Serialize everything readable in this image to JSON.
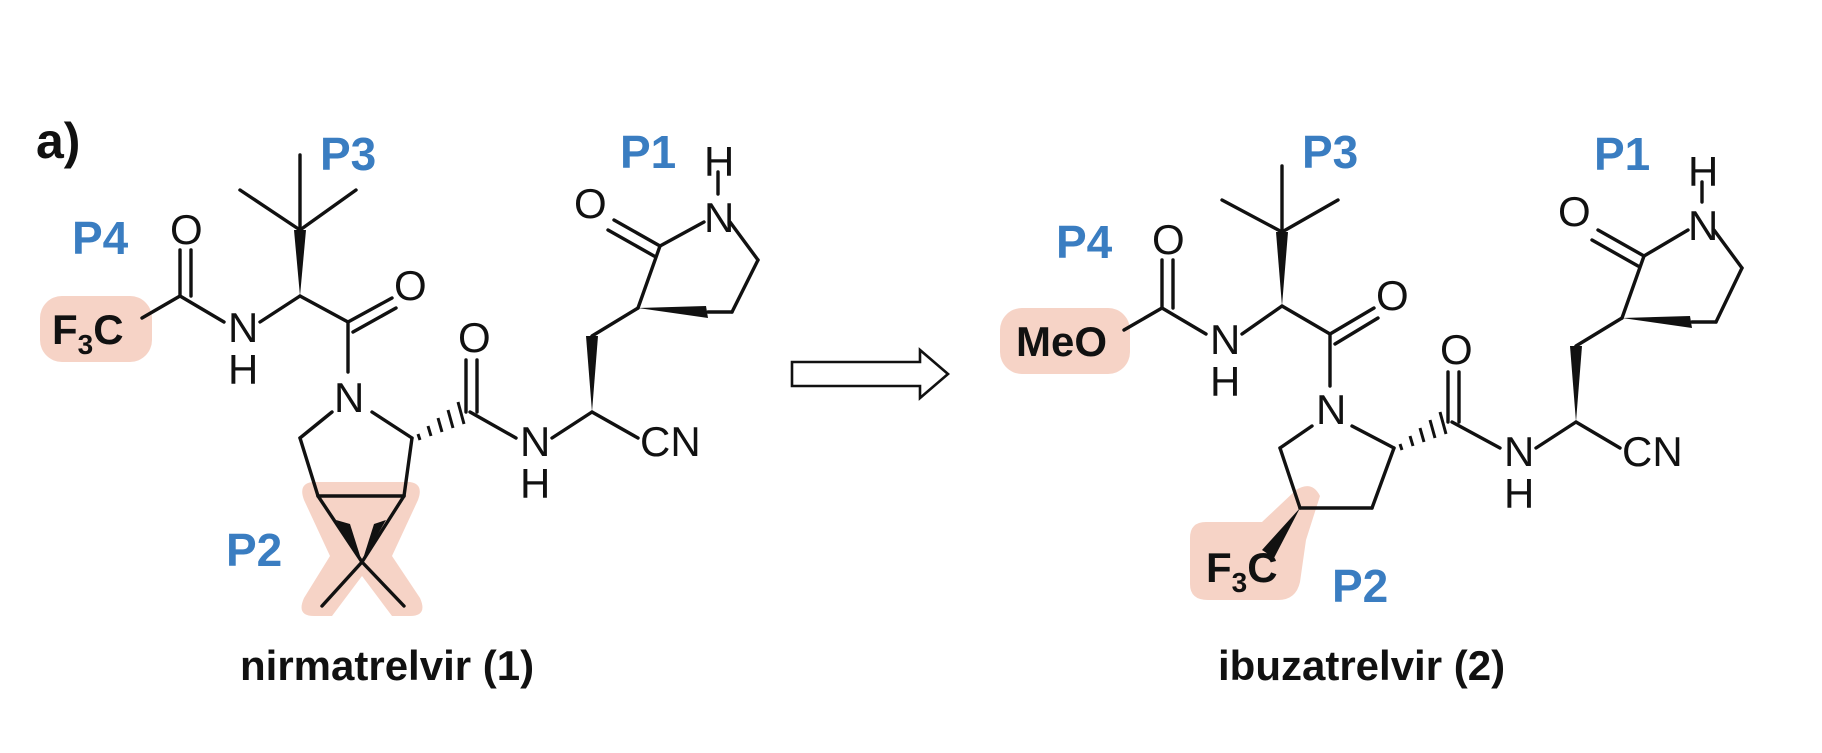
{
  "figure": {
    "panel_label": "a)",
    "highlight_color": "#f6d3c6",
    "pocket_label_color": "#3a7dc1",
    "bond_color": "#111111"
  },
  "compound_1": {
    "name": "nirmatrelvir (1)",
    "pockets": {
      "p1": "P1",
      "p2": "P2",
      "p3": "P3",
      "p4": "P4"
    },
    "atoms": {
      "o_amide_p4": "O",
      "o_carbonyl_p3": "O",
      "o_carbonyl_p2": "O",
      "o_lactam": "O",
      "n_amide_p4": "N",
      "h_amide_p4": "H",
      "n_pyrrolidine": "N",
      "n_amide_p1": "N",
      "h_amide_p1": "H",
      "n_lactam": "N",
      "h_lactam": "H",
      "nitrile": "CN"
    },
    "groups": {
      "cf3_main": "F",
      "cf3_sub": "3",
      "cf3_tail": "C"
    }
  },
  "arrow": {
    "type": "retrosynthetic-open-arrow"
  },
  "compound_2": {
    "name": "ibuzatrelvir (2)",
    "pockets": {
      "p1": "P1",
      "p2": "P2",
      "p3": "P3",
      "p4": "P4"
    },
    "atoms": {
      "o_carbamate": "O",
      "o_carbonyl_p3": "O",
      "o_carbonyl_p2": "O",
      "o_lactam": "O",
      "n_carbamate": "N",
      "h_carbamate": "H",
      "n_pyrrolidine": "N",
      "n_amide_p1": "N",
      "h_amide_p1": "H",
      "n_lactam": "N",
      "h_lactam": "H",
      "nitrile": "CN"
    },
    "groups": {
      "meo": "MeO",
      "cf3_main": "F",
      "cf3_sub": "3",
      "cf3_tail": "C"
    }
  }
}
